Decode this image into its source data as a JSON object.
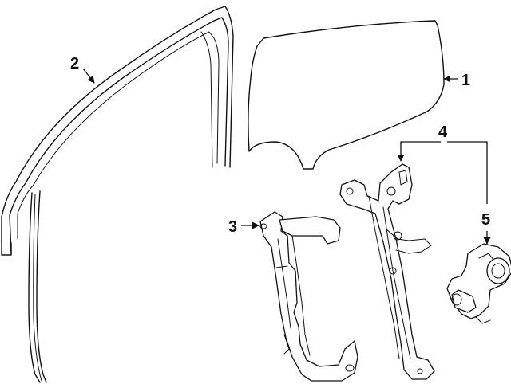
{
  "callouts": {
    "glass": "1",
    "run_channel": "2",
    "guide_bracket": "3",
    "regulator": "4",
    "motor": "5"
  },
  "colors": {
    "line": "#111111",
    "background": "#ffffff"
  }
}
